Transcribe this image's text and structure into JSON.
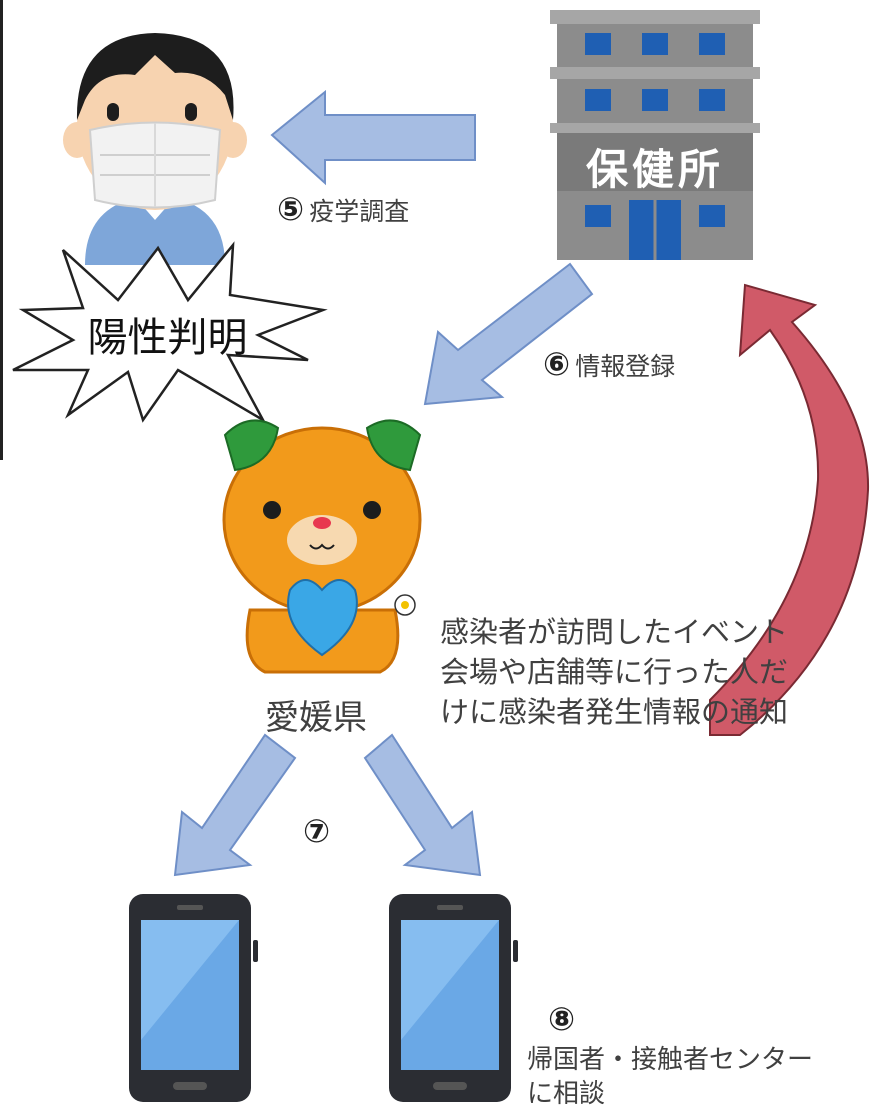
{
  "building": {
    "sign": "保健所"
  },
  "steps": {
    "step5": {
      "num": "⑤",
      "label": "疫学調査"
    },
    "step6": {
      "num": "⑥",
      "label": "情報登録"
    },
    "step7": {
      "num": "⑦"
    },
    "step8": {
      "num": "⑧",
      "label_line1": "帰国者・接触者センター",
      "label_line2": "に相談"
    }
  },
  "burst": {
    "text": "陽性判明"
  },
  "mascot": {
    "caption": "愛媛県"
  },
  "notice": {
    "line1": "感染者が訪問したイベント",
    "line2": "会場や店舗等に行った人だ",
    "line3": "けに感染者発生情報の通知"
  },
  "colors": {
    "blue_arrow": "#a6bde3",
    "blue_arrow_stroke": "#6f8fc7",
    "red_arrow": "#d05a68",
    "mascot_orange": "#f29a1b",
    "heart_blue": "#3aa7e6",
    "building_gray": "#8c8c8c"
  }
}
